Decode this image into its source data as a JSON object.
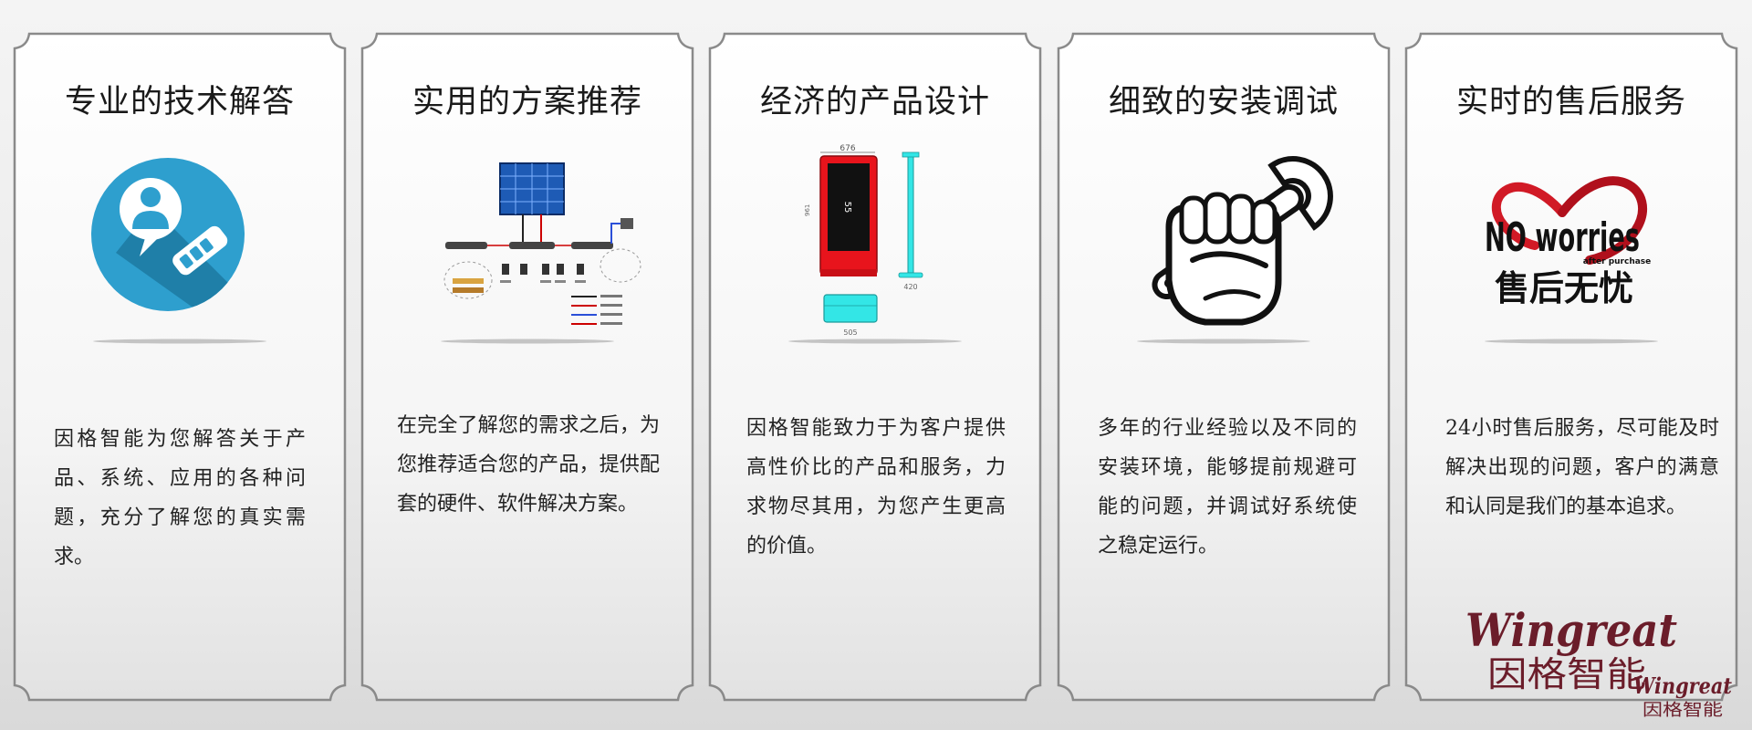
{
  "colors": {
    "frame": "#8a8a8a",
    "accent_blue": "#2e9fce",
    "display_red": "#e8141c",
    "stand_cyan": "#33e6e6",
    "heart_red": "#d11a26",
    "brand_maroon": "#6b1d2a"
  },
  "cards": [
    {
      "title": "专业的技术解答",
      "icon": "support-agent-icon",
      "description": "因格智能为您解答关于产品、系统、应用的各种问题，充分了解您的真实需求。"
    },
    {
      "title": "实用的方案推荐",
      "icon": "system-diagram-image",
      "description": "在完全了解您的需求之后，为您推荐适合您的产品，提供配套的硬件、软件解决方案。"
    },
    {
      "title": "经济的产品设计",
      "icon": "kiosk-drawing-image",
      "description": "因格智能致力于为客户提供高性价比的产品和服务，力求物尽其用，为您产生更高的价值。",
      "drawing": {
        "width_label": "676",
        "screen_label": "55",
        "height_label": "961",
        "base_width_label": "505",
        "side_width_label": "420"
      }
    },
    {
      "title": "细致的安装调试",
      "icon": "fist-wrench-icon",
      "description": "多年的行业经验以及不同的安装环境，能够提前规避可能的问题，并调试好系统使之稳定运行。"
    },
    {
      "title": "实时的售后服务",
      "icon": "heart-logo-icon",
      "description": "24小时售后服务，尽可能及时解决出现的问题，客户的满意和认同是我们的基本追求。",
      "badge": {
        "line1": "NO worries",
        "line2": "after purchase",
        "line3": "售后无忧"
      }
    }
  ],
  "brand": {
    "name_en": "Wingreat",
    "name_cn": "因格智能",
    "small_en": "Wingreat",
    "small_cn": "因格智能"
  }
}
